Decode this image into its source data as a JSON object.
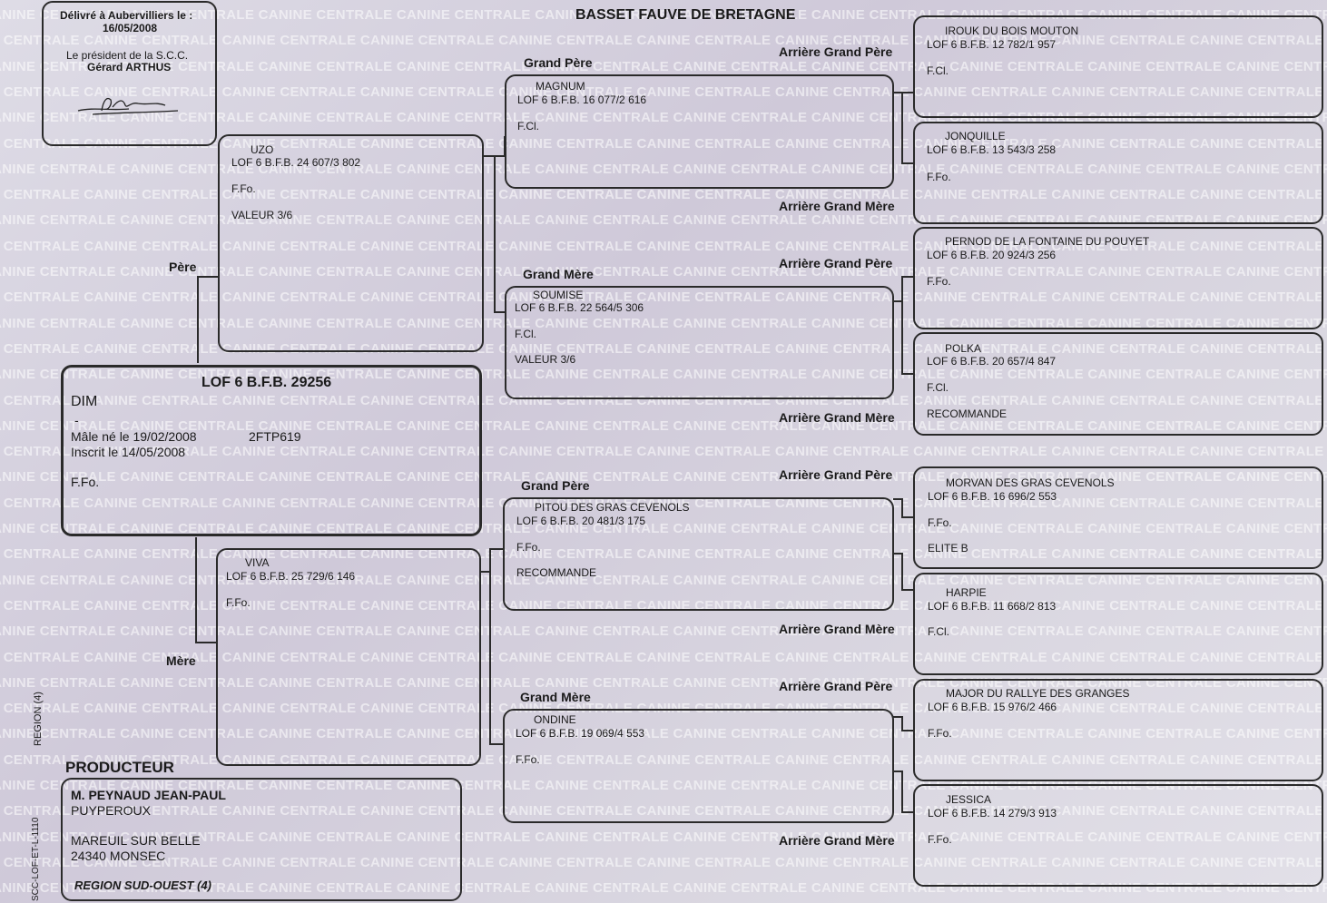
{
  "watermark": "CANINE CENTRALE CANINE CENTRALE CANINE CENTRALE CANINE CENTRALE CANINE CENTRALE CANINE CENTRALE CANINE CENTRALE CANINE CENTRALE CANINE CENTRALE CANINE CENTRALE CANINE CENTRALE",
  "breed": "BASSET FAUVE DE BRETAGNE",
  "issue": {
    "delivered_line": "Délivré à Aubervilliers le :",
    "date": "16/05/2008",
    "president_line": "Le président de la S.C.C.",
    "president_name": "Gérard ARTHUS"
  },
  "labels": {
    "pere": "Père",
    "mere": "Mère",
    "grand_pere": "Grand Père",
    "grand_mere": "Grand Mère",
    "arriere_grand_pere": "Arrière Grand Père",
    "arriere_grand_mere": "Arrière Grand Mère",
    "producteur": "PRODUCTEUR"
  },
  "dog": {
    "lof": "LOF 6 B.F.B. 29256",
    "name": "DIM",
    "dash": "-",
    "sex_birth": "Mâle  né le  19/02/2008",
    "id": "2FTP619",
    "registered": "Inscrit le 14/05/2008",
    "color": "F.Fo."
  },
  "sire": {
    "name": "UZO",
    "lof": "LOF 6 B.F.B. 24 607/3 802",
    "color": "F.Fo.",
    "note": "VALEUR 3/6"
  },
  "dam": {
    "name": "VIVA",
    "lof": "LOF 6 B.F.B. 25 729/6 146",
    "color": "F.Fo."
  },
  "grandparents": [
    {
      "name": "MAGNUM",
      "lof": "LOF 6 B.F.B. 16 077/2 616",
      "color": "F.Cl.",
      "note": ""
    },
    {
      "name": "SOUMISE",
      "lof": "LOF 6 B.F.B. 22 564/5 306",
      "color": "F.Cl.",
      "note": "VALEUR 3/6"
    },
    {
      "name": "PITOU DES GRAS CEVENOLS",
      "lof": "LOF 6 B.F.B. 20 481/3 175",
      "color": "F.Fo.",
      "note": "RECOMMANDE"
    },
    {
      "name": "ONDINE",
      "lof": "LOF 6 B.F.B. 19 069/4 553",
      "color": "F.Fo.",
      "note": ""
    }
  ],
  "great_grandparents": [
    {
      "name": "IROUK DU BOIS MOUTON",
      "lof": "LOF 6 B.F.B. 12 782/1 957",
      "color": "F.Cl.",
      "note": ""
    },
    {
      "name": "JONQUILLE",
      "lof": "LOF 6 B.F.B. 13 543/3 258",
      "color": "F.Fo.",
      "note": ""
    },
    {
      "name": "PERNOD DE LA FONTAINE DU POUYET",
      "lof": "LOF 6 B.F.B. 20 924/3 256",
      "color": "F.Fo.",
      "note": ""
    },
    {
      "name": "POLKA",
      "lof": "LOF 6 B.F.B. 20 657/4 847",
      "color": "F.Cl.",
      "note": "RECOMMANDE"
    },
    {
      "name": "MORVAN DES GRAS CEVENOLS",
      "lof": "LOF 6 B.F.B. 16 696/2 553",
      "color": "F.Fo.",
      "note": "ELITE B"
    },
    {
      "name": "HARPIE",
      "lof": "LOF 6 B.F.B. 11 668/2 813",
      "color": "F.Cl.",
      "note": ""
    },
    {
      "name": "MAJOR DU RALLYE DES GRANGES",
      "lof": "LOF 6 B.F.B. 15 976/2 466",
      "color": "F.Fo.",
      "note": ""
    },
    {
      "name": "JESSICA",
      "lof": "LOF 6 B.F.B. 14 279/3 913",
      "color": "F.Fo.",
      "note": ""
    }
  ],
  "producer": {
    "name": "M. PEYNAUD JEAN-PAUL",
    "place": "PUYPEROUX",
    "town": "MAREUIL SUR BELLE",
    "postal": "24340 MONSEC",
    "region": "REGION SUD-OUEST (4)"
  },
  "side_region": "REGION (4)",
  "form_code": "SCC-LOF-ET-L-1110"
}
